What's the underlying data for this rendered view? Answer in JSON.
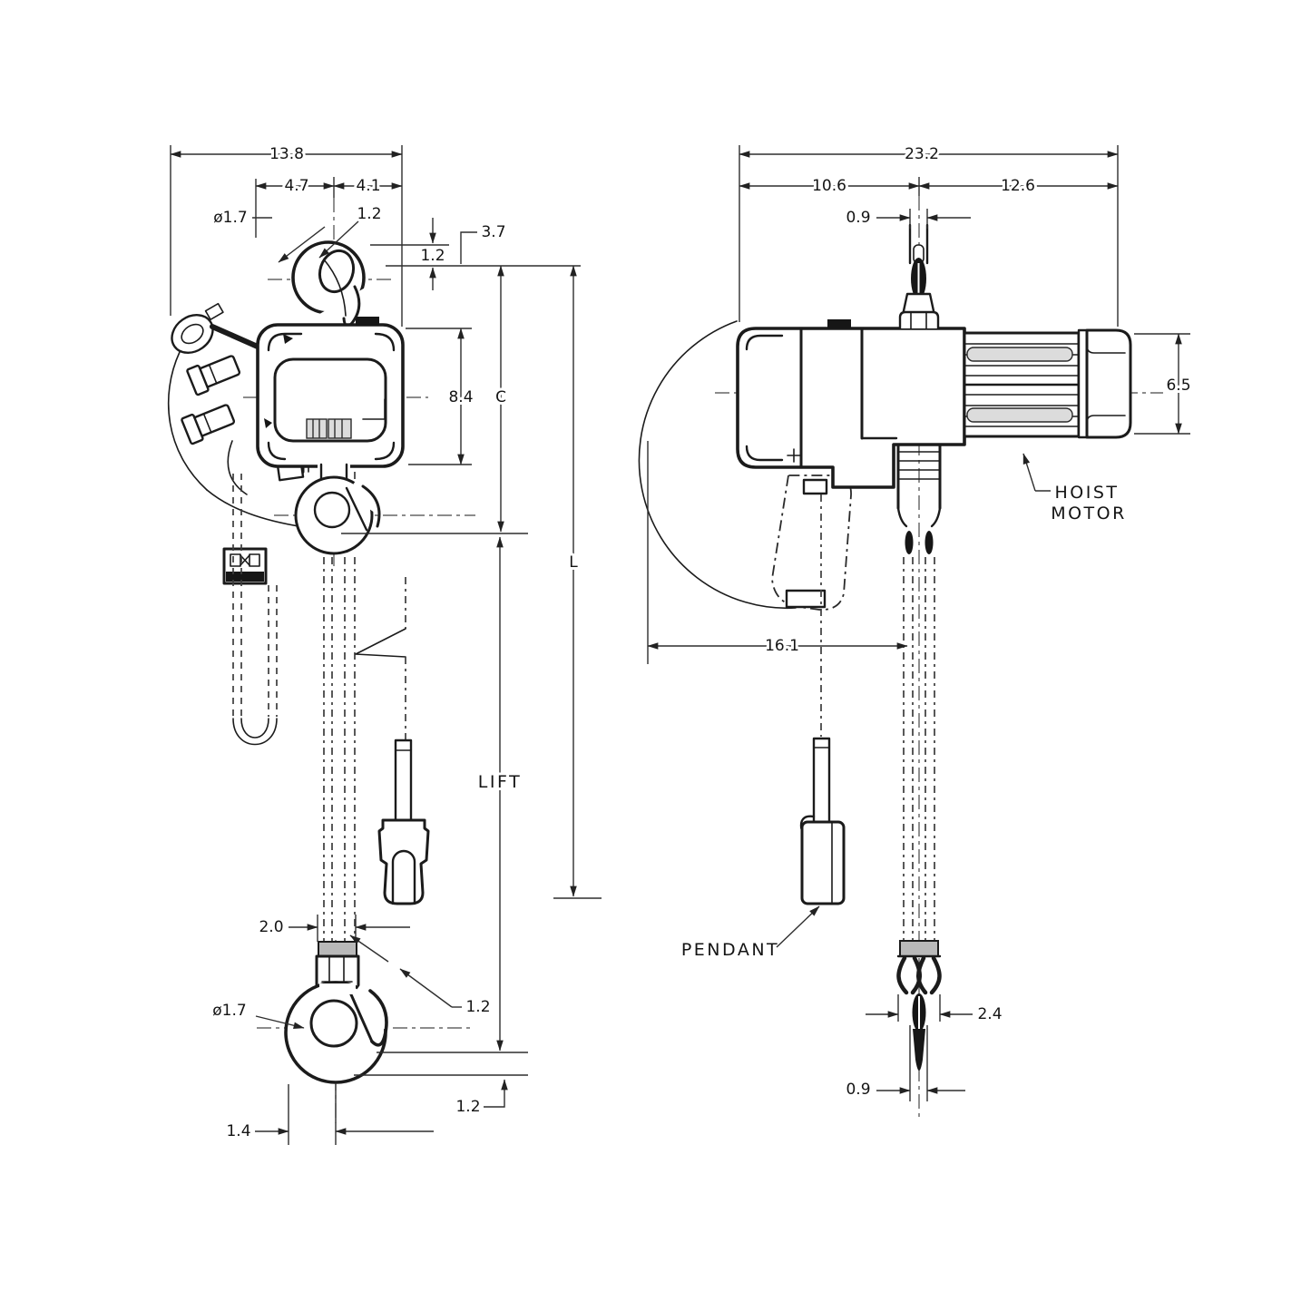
{
  "front_view": {
    "dim_overall_width": "13.8",
    "dim_left_span": "4.7",
    "dim_right_span": "4.1",
    "dim_top_hook_diameter": "ø1.7",
    "dim_top_hook_opening": "1.2",
    "dim_suspension_setback": "3.7",
    "dim_suspension_gap": "1.2",
    "dim_body_height": "8.4",
    "dim_headroom": "C",
    "dim_overall_length": "L",
    "label_lift": "LIFT",
    "dim_chain_anchor_width": "2.0",
    "dim_bottom_hook_offset": "1.2",
    "dim_bottom_hook_diameter": "ø1.7",
    "dim_hook_tip_drop": "1.2",
    "dim_hook_throat": "1.4"
  },
  "side_view": {
    "dim_overall_width": "23.2",
    "dim_front_span": "10.6",
    "dim_rear_span": "12.6",
    "dim_top_hook_width": "0.9",
    "dim_motor_height": "6.5",
    "dim_swing_reach": "16.1",
    "label_hoist_motor_line1": "HOIST",
    "label_hoist_motor_line2": "MOTOR",
    "label_pendant": "PENDANT",
    "dim_hook_block_width": "2.4",
    "dim_bottom_hook_width": "0.9"
  }
}
